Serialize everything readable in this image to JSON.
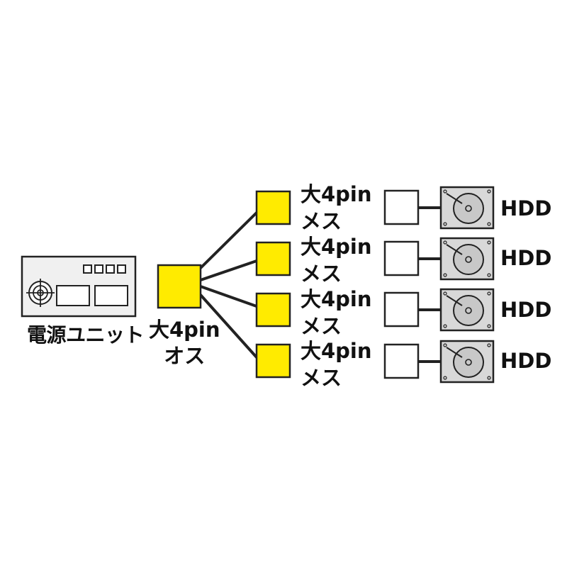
{
  "power_unit": {
    "label": "電源ユニット"
  },
  "male_connector": {
    "line1": "大4pin",
    "line2": "オス"
  },
  "branches": [
    {
      "female_line1": "大4pin",
      "female_line2": "メス",
      "device_label": "HDD"
    },
    {
      "female_line1": "大4pin",
      "female_line2": "メス",
      "device_label": "HDD"
    },
    {
      "female_line1": "大4pin",
      "female_line2": "メス",
      "device_label": "HDD"
    },
    {
      "female_line1": "大4pin",
      "female_line2": "メス",
      "device_label": "HDD"
    }
  ],
  "colors": {
    "connector": "#ffeb00",
    "outline": "#222222",
    "hdd_body": "#d8d8d8",
    "hdd_platter": "#c8c8c8",
    "psu_body": "#f0f0f0"
  },
  "icons": [
    "power-supply-icon",
    "fan-icon",
    "hdd-icon"
  ]
}
